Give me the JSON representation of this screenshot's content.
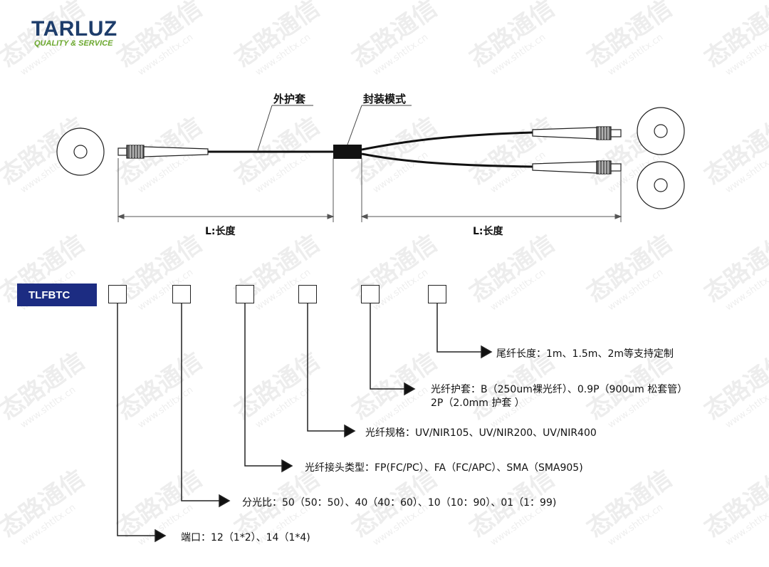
{
  "logo": {
    "brand": "TARLUZ",
    "tagline": "QUALITY & SERVICE"
  },
  "diagram": {
    "callout_jacket": "外护套",
    "callout_package": "封装模式",
    "length_left": "L:长度",
    "length_right": "L:长度"
  },
  "model": {
    "code": "TLFBTC"
  },
  "specs": {
    "pigtail_length": "尾纤长度：1m、1.5m、2m等支持定制",
    "fiber_jacket_line1": "光纤护套：B（250um裸光纤）、0.9P（900um 松套管）",
    "fiber_jacket_line2": "2P（2.0mm 护套 ）",
    "fiber_spec": "光纤规格：UV/NIR105、UV/NIR200、UV/NIR400",
    "connector_type": "光纤接头类型：FP(FC/PC）、FA（FC/APC）、SMA（SMA905)",
    "split_ratio": "分光比：50（50：50）、40（40：60）、10（10：90）、01（1：99)",
    "ports": "端口：12（1*2）、14（1*4)"
  },
  "watermark": {
    "text": "态路通信",
    "url": "www.shtltx.cn"
  },
  "colors": {
    "brand_navy": "#1e3d6b",
    "tagline_green": "#6aa72c",
    "model_box": "#1c2c82"
  }
}
